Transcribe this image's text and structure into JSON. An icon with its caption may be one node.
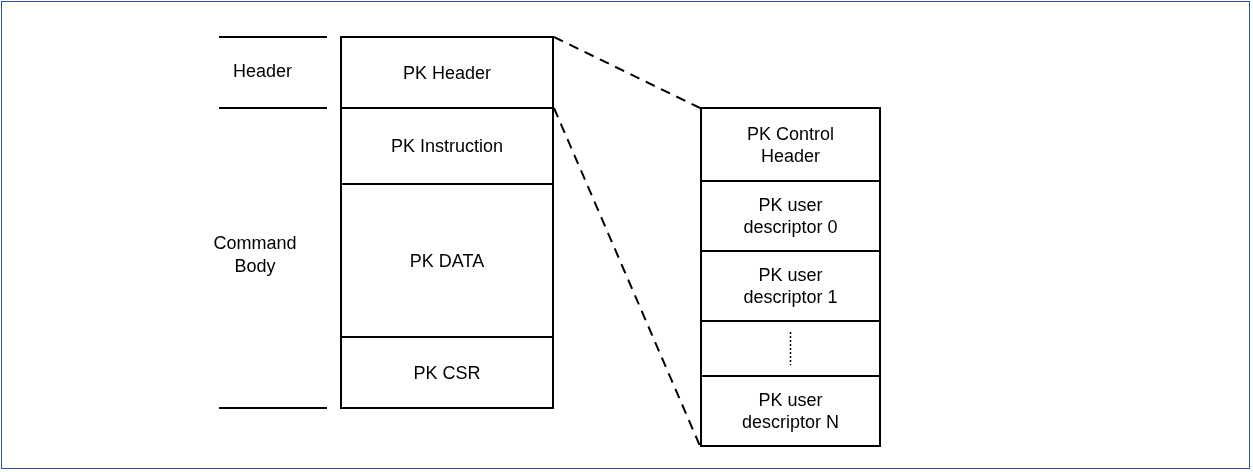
{
  "diagram": {
    "nodes": [
      {
        "text": [
          "PK Header"
        ]
      },
      {
        "text": [
          "PK Instruction"
        ]
      },
      {
        "text": [
          "PK DATA"
        ]
      },
      {
        "text": [
          "PK CSR"
        ]
      },
      {
        "text": [
          "PK Control Header"
        ]
      },
      {
        "text": [
          "PK user descriptor 0"
        ]
      },
      {
        "text": [
          "PK user descriptor 1"
        ]
      },
      {
        "text": [],
        "shape": "box"
      },
      {
        "text": [
          "PK user descriptor N"
        ]
      }
    ],
    "edges": [
      {
        "from": 0,
        "to": 4,
        "arrow": "none",
        "style": "dashed"
      },
      {
        "from": 0,
        "to": 8,
        "arrow": "none",
        "style": "dashed"
      }
    ],
    "labels": [
      "Header",
      "Command Body"
    ]
  }
}
